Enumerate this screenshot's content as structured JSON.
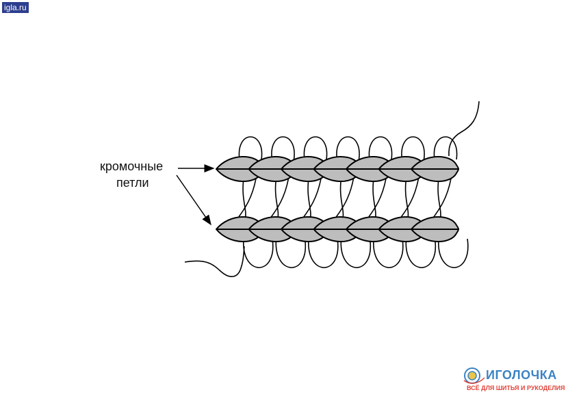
{
  "site_tag": "igla.ru",
  "labels": {
    "line1": "кромочные",
    "line2": "петли"
  },
  "logo": {
    "name": "ИГОЛОЧКА",
    "tagline": "ВСЁ ДЛЯ ШИТЬЯ И РУКОДЕЛИЯ"
  },
  "colors": {
    "stitch_fill": "#bdbdbd",
    "stroke": "#000000",
    "tag_bg": "#2d3e8e",
    "logo_blue": "#3b82c4",
    "logo_red": "#e0443a"
  },
  "rows": [
    {
      "stitches": 7
    },
    {
      "stitches": 7
    }
  ]
}
